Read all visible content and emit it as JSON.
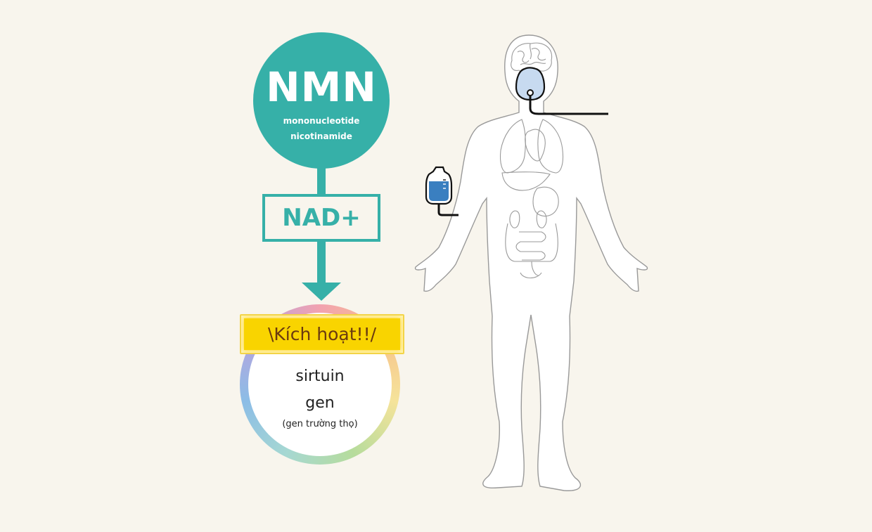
{
  "nmn": {
    "title": "NMN",
    "subtitle_line1": "mononucleotide",
    "subtitle_line2": "nicotinamide"
  },
  "nad": {
    "label": "NAD+"
  },
  "activation": {
    "label": "\\Kích hoạt!!/"
  },
  "sirtuin": {
    "line1": "sirtuin",
    "line2": "gen",
    "line3": "(gen trường thọ)"
  },
  "colors": {
    "teal": "#36b0a8",
    "background": "#f8f5ed",
    "banner_yellow": "#f9d400",
    "banner_text": "#6a3a10",
    "iv_fluid": "#3a7fc0",
    "mask_fill": "#c7daf0"
  }
}
